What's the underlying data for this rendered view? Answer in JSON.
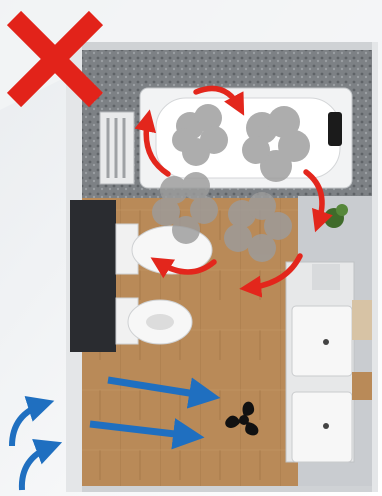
{
  "diagram": {
    "subject": "bathroom-floor-plan-ventilation",
    "status_mark": "red-cross-icon",
    "colors": {
      "wrong_mark": "#e2231a",
      "circulating_air": "#e3261c",
      "fresh_air": "#1f6fc0",
      "steam": "#9a9a9a",
      "fan": "#111111",
      "wood_floor": "#b98a58",
      "tile_floor": "#8a8d90",
      "walls": "#d6d8da"
    },
    "icons": [
      "red-cross-icon",
      "steam-cloud-icon",
      "circulation-arrow-icon",
      "fresh-air-arrow-icon",
      "fan-icon"
    ],
    "fixtures": [
      "bathtub",
      "toilet",
      "bidet",
      "washbasin",
      "washbasin",
      "towel-rack",
      "wall-cabinet",
      "plant"
    ]
  }
}
